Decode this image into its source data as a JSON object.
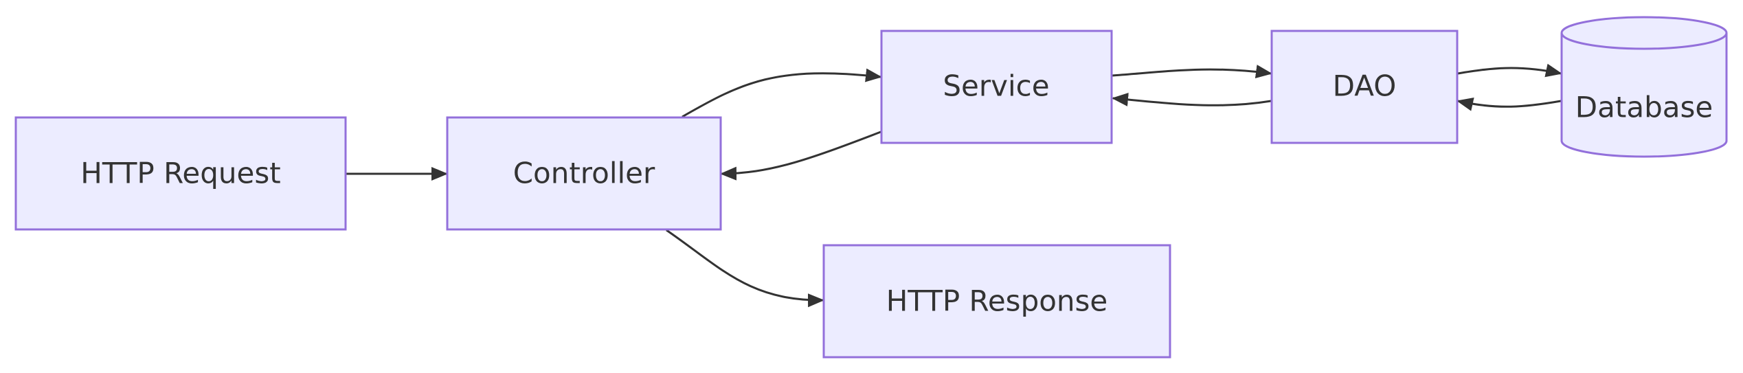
{
  "nodes": {
    "http_request": {
      "label": "HTTP Request"
    },
    "controller": {
      "label": "Controller"
    },
    "service": {
      "label": "Service"
    },
    "dao": {
      "label": "DAO"
    },
    "database": {
      "label": "Database"
    },
    "http_response": {
      "label": "HTTP Response"
    }
  },
  "edges": [
    {
      "from": "HTTP Request",
      "to": "Controller"
    },
    {
      "from": "Controller",
      "to": "Service"
    },
    {
      "from": "Service",
      "to": "DAO"
    },
    {
      "from": "DAO",
      "to": "Database"
    },
    {
      "from": "Database",
      "to": "DAO"
    },
    {
      "from": "DAO",
      "to": "Service"
    },
    {
      "from": "Service",
      "to": "Controller"
    },
    {
      "from": "Controller",
      "to": "HTTP Response"
    }
  ],
  "colors": {
    "node_fill": "#ECECFF",
    "node_stroke": "#9370DB",
    "edge": "#333333",
    "text": "#333333"
  }
}
